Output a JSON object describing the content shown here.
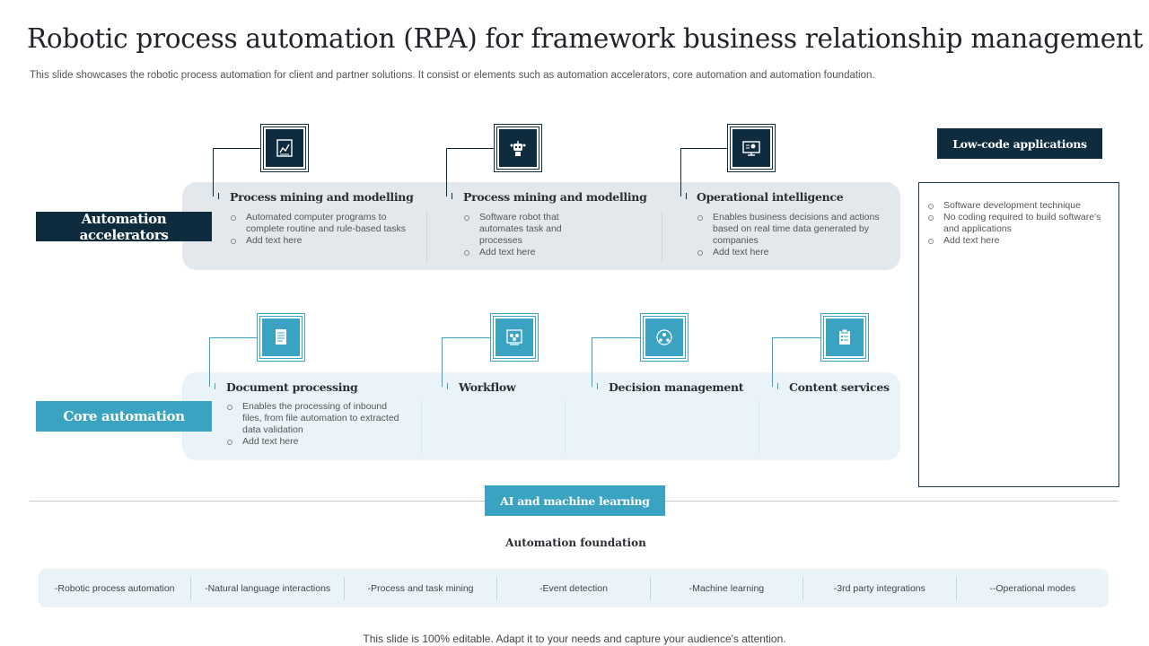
{
  "title": "Robotic process automation (RPA) for framework business relationship management",
  "subtitle": "This slide showcases the robotic process automation for client and partner solutions. It consist or elements such as automation accelerators, core automation and automation foundation.",
  "colors": {
    "dark": "#0e2c3e",
    "accent": "#3aa3c2",
    "panel_dark": "#e3e8ec",
    "panel_light": "#eaf4f8"
  },
  "accelerators": {
    "label": "Automation accelerators",
    "items": [
      {
        "title": "Process mining and modelling",
        "icon": "chart-document-icon",
        "bullets": [
          "Automated computer programs to complete routine and  rule-based tasks",
          "Add text here"
        ]
      },
      {
        "title": "Process mining and modelling",
        "icon": "robot-icon",
        "bullets": [
          "Software robot that automates task and processes",
          "Add text here"
        ]
      },
      {
        "title": "Operational intelligence",
        "icon": "monitor-bulb-icon",
        "bullets": [
          "Enables business decisions and actions based on real time data generated by companies",
          "Add text here"
        ]
      }
    ]
  },
  "core": {
    "label": "Core automation",
    "items": [
      {
        "title": "Document processing",
        "icon": "document-icon",
        "bullets": [
          "Enables the processing of inbound files, from file automation to extracted data validation",
          "Add text here"
        ]
      },
      {
        "title": "Workflow",
        "icon": "team-workflow-icon"
      },
      {
        "title": "Decision management",
        "icon": "people-network-icon"
      },
      {
        "title": "Content services",
        "icon": "clipboard-icon"
      }
    ]
  },
  "lowcode": {
    "label": "Low-code applications",
    "bullets": [
      "Software development technique",
      "No  coding required to build software's and applications",
      "Add text here"
    ]
  },
  "ai_label": "AI and machine learning",
  "foundation": {
    "title": "Automation foundation",
    "items": [
      "-Robotic process automation",
      "-Natural language interactions",
      "-Process and task mining",
      "-Event detection",
      "-Machine learning",
      "-3rd party integrations",
      "--Operational modes"
    ]
  },
  "footer": "This slide is 100% editable. Adapt it to your needs and capture your audience's attention."
}
